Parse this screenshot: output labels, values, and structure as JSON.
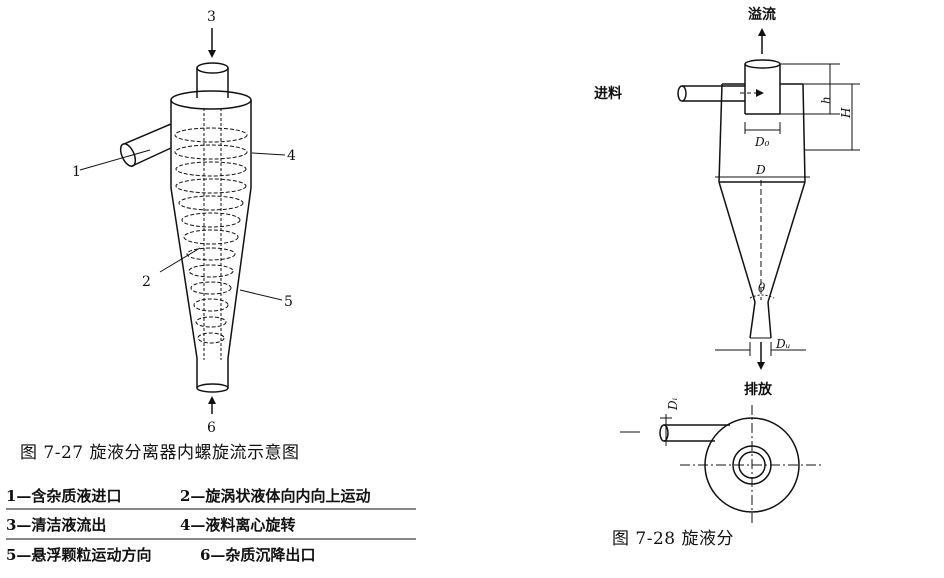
{
  "figure_7_27": {
    "labels": {
      "n1": "1",
      "n2": "2",
      "n3": "3",
      "n4": "4",
      "n5": "5",
      "n6": "6"
    },
    "caption": "图 7-27   旋液分离器内螺旋流示意图",
    "legend": [
      "1—含杂质液进口",
      "2—旋涡状液体向内向上运动",
      "3—清洁液流出",
      "4—液料离心旋转",
      "5—悬浮颗粒运动方向",
      "6—杂质沉降出口"
    ]
  },
  "figure_7_28": {
    "labels": {
      "overflow": "溢流",
      "feed": "进料",
      "discharge": "排放"
    },
    "dimensions": {
      "d0": "D₀",
      "d": "D",
      "h_small": "h",
      "h_big": "H",
      "theta": "θ",
      "du": "Dᵤ",
      "di": "Dᵢ"
    },
    "caption": "图 7-28   旋液分"
  },
  "colors": {
    "ink": "#111111",
    "background": "#ffffff"
  }
}
